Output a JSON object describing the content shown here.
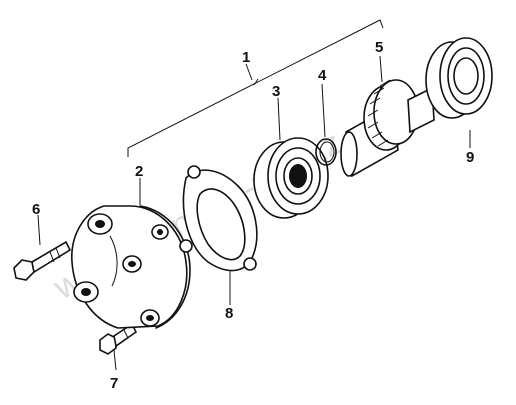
{
  "callouts": {
    "c1": "1",
    "c2": "2",
    "c3": "3",
    "c4": "4",
    "c5": "5",
    "c6": "6",
    "c7": "7",
    "c8": "8",
    "c9": "9"
  },
  "watermark": "www.shinhan-too.kz",
  "colors": {
    "ink": "#111111",
    "watermark": "#bfbfbf",
    "background": "#ffffff"
  }
}
